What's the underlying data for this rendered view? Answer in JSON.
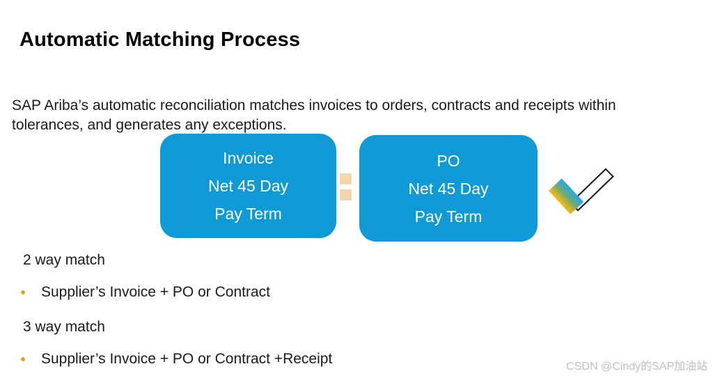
{
  "slide": {
    "title": "Automatic Matching Process",
    "description": "SAP Ariba’s automatic reconciliation matches invoices to orders, contracts and receipts within tolerances, and generates any exceptions."
  },
  "diagram": {
    "invoice_box": {
      "line1": "Invoice",
      "line2": "Net 45 Day",
      "line3": "Pay Term"
    },
    "po_box": {
      "line1": "PO",
      "line2": "Net 45 Day",
      "line3": "Pay Term"
    },
    "equals_icon": "equals-sign",
    "check_icon": "checkmark"
  },
  "matching": {
    "two_way": {
      "heading": "2 way match",
      "item": "Supplier’s Invoice + PO or Contract"
    },
    "three_way": {
      "heading": "3 way match",
      "item": "Supplier’s Invoice + PO or Contract +Receipt"
    }
  },
  "watermark": "CSDN @Cindy的SAP加油站",
  "colors": {
    "box_blue": "#0f9ad6",
    "box_text_white": "#ffffff",
    "equals_tan": "#f3d6ad",
    "bullet_gold": "#e2a32a",
    "check_gradient_start": "#2fa8dd",
    "check_gradient_end": "#eab61c",
    "check_outline_black": "#151515",
    "watermark_gray": "#c6c6c6",
    "text_black": "#1a1a1a"
  }
}
